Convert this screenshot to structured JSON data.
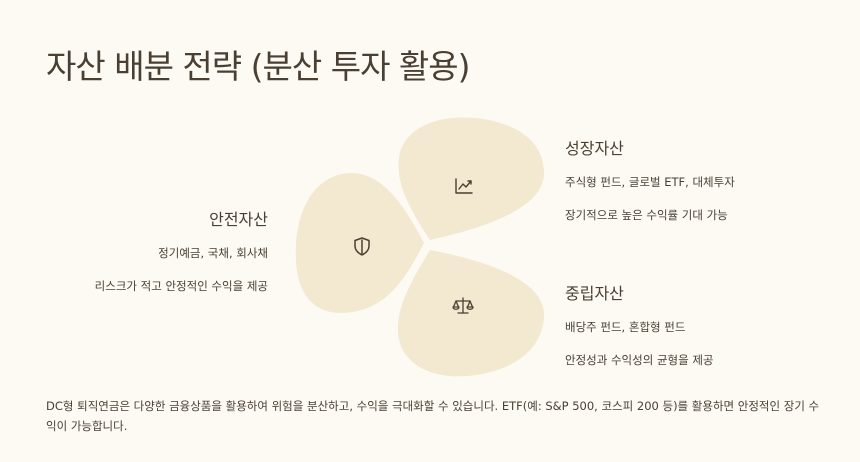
{
  "title": "자산 배분 전략 (분산 투자 활용)",
  "colors": {
    "background": "#fcfaf3",
    "petal": "#f3e8d0",
    "text": "#4a3f33",
    "icon": "#4a3f33"
  },
  "segments": {
    "safe": {
      "title": "안전자산",
      "line1": "정기예금, 국채, 회사채",
      "line2": "리스크가 적고 안정적인 수익을 제공",
      "icon": "shield-icon"
    },
    "growth": {
      "title": "성장자산",
      "line1": "주식형 펀드, 글로벌 ETF, 대체투자",
      "line2": "장기적으로 높은 수익률 기대 가능",
      "icon": "trend-chart-icon"
    },
    "neutral": {
      "title": "중립자산",
      "line1": "배당주 펀드, 혼합형 펀드",
      "line2": "안정성과 수익성의 균형을 제공",
      "icon": "balance-scale-icon"
    }
  },
  "footer": "DC형 퇴직연금은 다양한 금융상품을 활용하여 위험을 분산하고, 수익을 극대화할 수 있습니다. ETF(예: S&P 500, 코스피 200 등)를 활용하면 안정적인 장기 수익이 가능합니다."
}
